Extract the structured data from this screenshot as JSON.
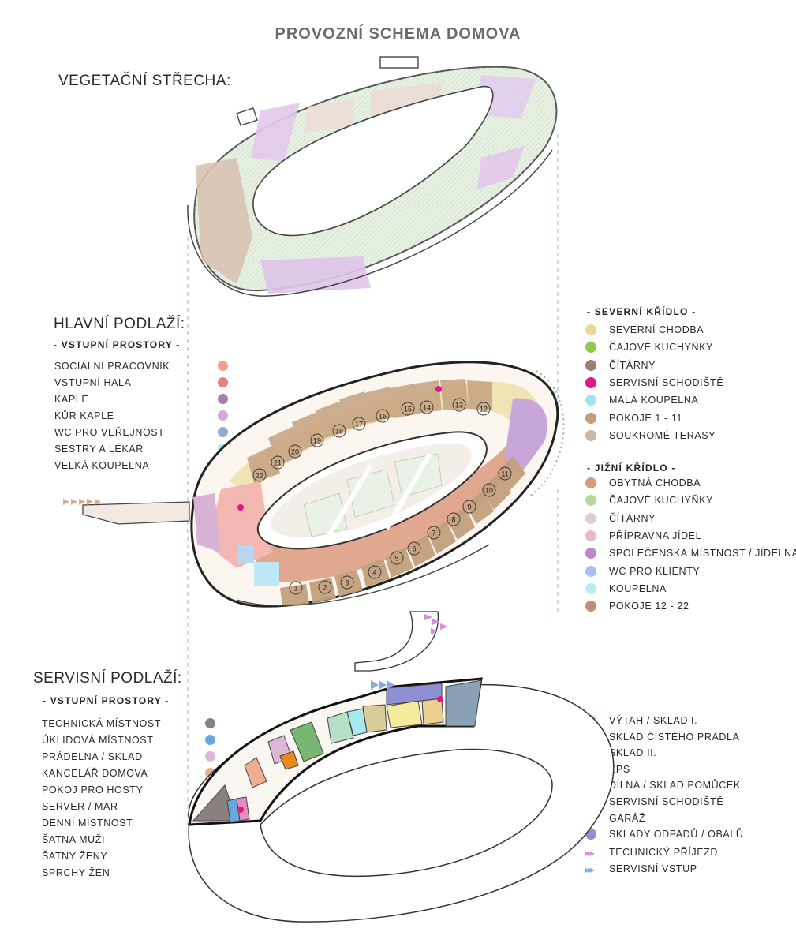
{
  "title": "PROVOZNÍ SCHEMA DOMOVA",
  "roof": {
    "label": "VEGETAČNÍ STŘECHA:"
  },
  "main_floor": {
    "label": "HLAVNÍ PODLAŽÍ:",
    "entry_heading": "- VSTUPNÍ PROSTORY -",
    "entry_items": [
      {
        "label": "SOCIÁLNÍ PRACOVNÍK",
        "color": "#f2a08a"
      },
      {
        "label": "VSTUPNÍ HALA",
        "color": "#e77f86"
      },
      {
        "label": "KAPLE",
        "color": "#9f7fb4"
      },
      {
        "label": "KŮR KAPLE",
        "color": "#d9a8cf"
      },
      {
        "label": "WC PRO VEŘEJNOST",
        "color": "#8fadd3"
      },
      {
        "label": "SESTRY A LÉKAŘ",
        "color": "#a6e6e3"
      },
      {
        "label": "VELKÁ KOUPELNA",
        "color": "#9edcf0"
      }
    ],
    "north_heading": "- SEVERNÍ KŘÍDLO -",
    "north_items": [
      {
        "label": "SEVERNÍ CHODBA",
        "color": "#e8d796"
      },
      {
        "label": "ČAJOVÉ KUCHYŇKY",
        "color": "#8fca4f"
      },
      {
        "label": "ČÍTÁRNY",
        "color": "#9a7f72"
      },
      {
        "label": "SERVISNÍ SCHODIŠTĚ",
        "color": "#e4168a"
      },
      {
        "label": "MALÁ KOUPELNA",
        "color": "#9ee3ef"
      },
      {
        "label": "POKOJE 1 - 11",
        "color": "#c99a79"
      },
      {
        "label": "SOUKROMÉ TERASY",
        "color": "#c8b6a7"
      }
    ],
    "south_heading": "- JIŽNÍ KŘÍDLO -",
    "south_items": [
      {
        "label": "OBYTNÁ CHODBA",
        "color": "#d99a7e"
      },
      {
        "label": "ČAJOVÉ KUCHYŇKY",
        "color": "#b7d79b"
      },
      {
        "label": "ČÍTÁRNY",
        "color": "#dcd0c9"
      },
      {
        "label": "PŘÍPRAVNA JÍDEL",
        "color": "#e8b8cf"
      },
      {
        "label": "SPOLEČENSKÁ MÍSTNOST / JÍDELNA",
        "color": "#b88ac6"
      },
      {
        "label": "WC PRO KLIENTY",
        "color": "#aebdf0"
      },
      {
        "label": "KOUPELNA",
        "color": "#b5ecf5"
      },
      {
        "label": "POKOJE 12 - 22",
        "color": "#bd8f76"
      }
    ],
    "room_numbers": [
      "1",
      "2",
      "3",
      "4",
      "5",
      "6",
      "7",
      "8",
      "9",
      "10",
      "11",
      "12",
      "13",
      "14",
      "15",
      "16",
      "17",
      "18",
      "19",
      "20",
      "21",
      "22"
    ]
  },
  "service_floor": {
    "label": "SERVISNÍ PODLAŽÍ:",
    "entry_heading": "- VSTUPNÍ PROSTORY -",
    "left_items": [
      {
        "label": "TECHNICKÁ MÍSTNOST",
        "color": "#8b7f7f"
      },
      {
        "label": "ÚKLIDOVÁ MÍSTNOST",
        "color": "#6aa6db"
      },
      {
        "label": "PRÁDELNA / SKLAD",
        "color": "#ddb6d9"
      },
      {
        "label": "KANCELÁŘ DOMOVA",
        "color": "#eeae8f"
      },
      {
        "label": "POKOJ PRO HOSTY",
        "color": "#b39077"
      },
      {
        "label": "SERVER / MAR",
        "color": "#ea8a1e"
      },
      {
        "label": "DENNÍ MÍSTNOST",
        "color": "#78b673"
      },
      {
        "label": "ŠATNA MUŽI",
        "color": "#e58fbf"
      },
      {
        "label": "ŠATNY ŽENY",
        "color": "#b6e0c8"
      },
      {
        "label": "SPRCHY ŽEN",
        "color": "#a6e7f0"
      }
    ],
    "right_items": [
      {
        "label": "VÝTAH / SKLAD I.",
        "color": "#dea9cd"
      },
      {
        "label": "SKLAD ČISTÉHO PRÁDLA",
        "color": "#f5ec9e"
      },
      {
        "label": "SKLAD II.",
        "color": "#d8cc98"
      },
      {
        "label": "EPS",
        "color": "#e9a13a"
      },
      {
        "label": "DÍLNA / SKLAD POMŮCEK",
        "color": "#ead08e"
      },
      {
        "label": "SERVISNÍ SCHODIŠTĚ",
        "color": "#e4168a"
      },
      {
        "label": "GARÁŽ",
        "color": "#8aa0b6"
      },
      {
        "label": "SKLADY ODPADŮ / OBALŮ",
        "color": "#8f8fd3"
      }
    ],
    "arrow_items": [
      {
        "label": "TECHNICKÝ PŘÍJEZD",
        "color": "#d98fd6",
        "icon": "pink-chevrons-icon"
      },
      {
        "label": "SERVISNÍ VSTUP",
        "color": "#8aa8e8",
        "icon": "blue-chevrons-icon"
      }
    ]
  }
}
